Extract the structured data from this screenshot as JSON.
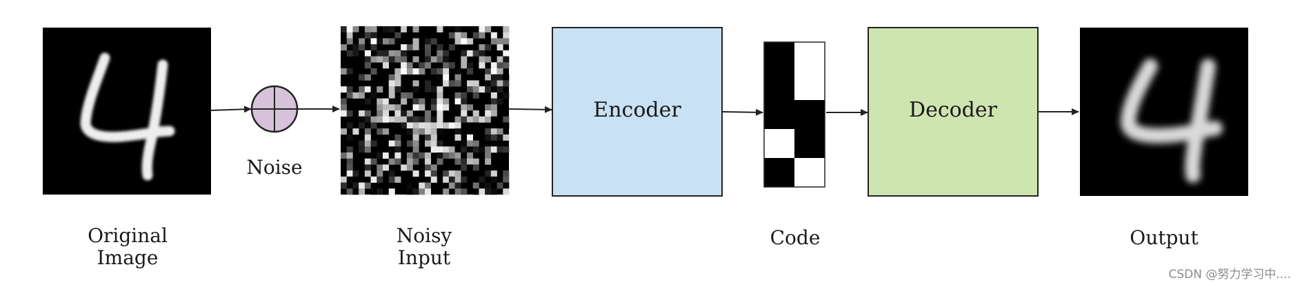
{
  "nodes": {
    "original": {
      "label_line1": "Original",
      "label_line2": "Image"
    },
    "noise": {
      "label": "Noise"
    },
    "noisy": {
      "label_line1": "Noisy",
      "label_line2": "Input"
    },
    "encoder": {
      "label": "Encoder"
    },
    "code": {
      "label": "Code",
      "pattern_rows": [
        [
          1,
          0
        ],
        [
          1,
          0
        ],
        [
          1,
          1
        ],
        [
          0,
          1
        ],
        [
          1,
          0
        ]
      ]
    },
    "decoder": {
      "label": "Decoder"
    },
    "output": {
      "label": "Output"
    }
  },
  "colors": {
    "encoder_fill": "#c8e1f4",
    "decoder_fill": "#cfe5b0",
    "noise_fill": "#d6c3d9",
    "stroke": "#222222",
    "image_bg": "#000000"
  },
  "watermark": "CSDN @努力学习中...."
}
